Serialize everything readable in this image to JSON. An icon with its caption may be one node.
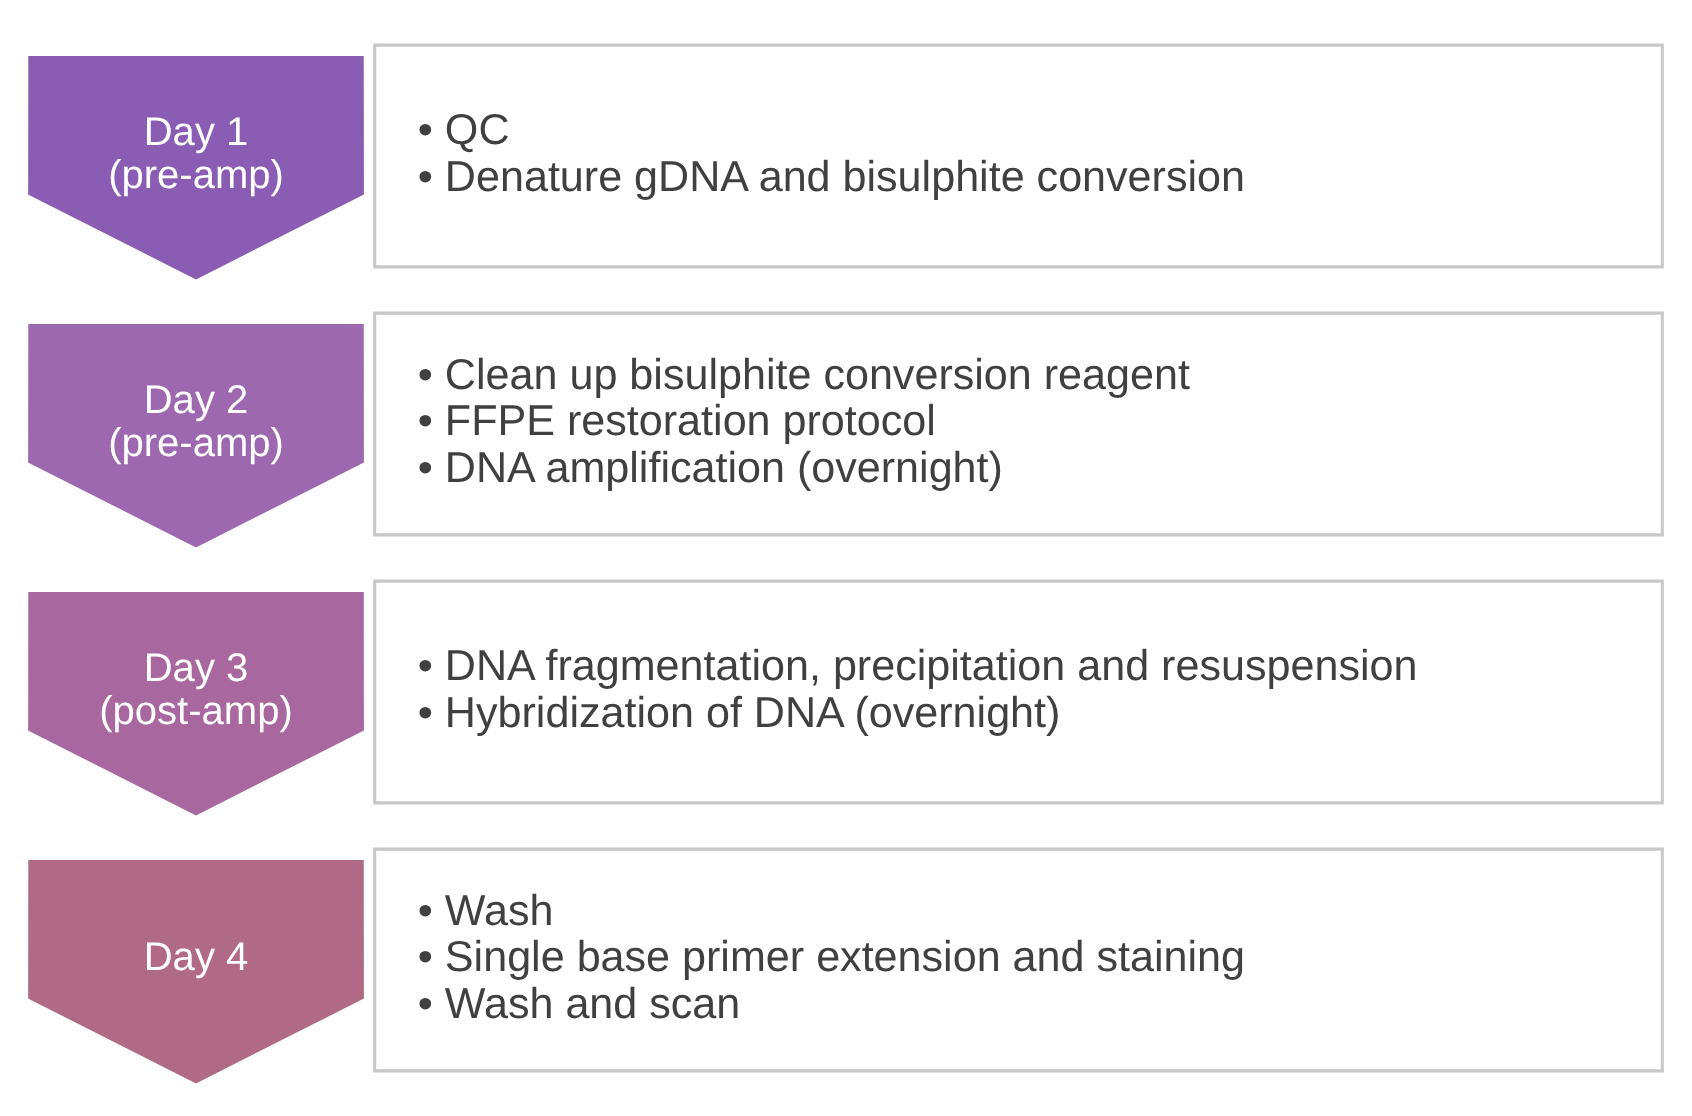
{
  "diagram": {
    "nodes": [
      {
        "text": [
          "Day 1 (pre-amp)"
        ]
      },
      {
        "text": [
          "• QC",
          "• Denature gDNA and bisulphite conversion"
        ]
      },
      {
        "text": [
          "Day 2 (pre-amp)"
        ]
      },
      {
        "text": [
          "• Clean up bisulphite conversion reagent",
          "• FFPE restoration protocol",
          "• DNA amplification (overnight)"
        ]
      },
      {
        "text": [
          "Day 3 (post-amp)"
        ]
      },
      {
        "text": [
          "• DNA fragmentation, precipitation and resuspension",
          "• Hybridization of DNA (overnight)"
        ]
      },
      {
        "text": [
          "Day 4"
        ]
      },
      {
        "text": [
          "• Wash",
          "• Single base primer extension and staining",
          "• Wash and scan"
        ]
      }
    ]
  }
}
